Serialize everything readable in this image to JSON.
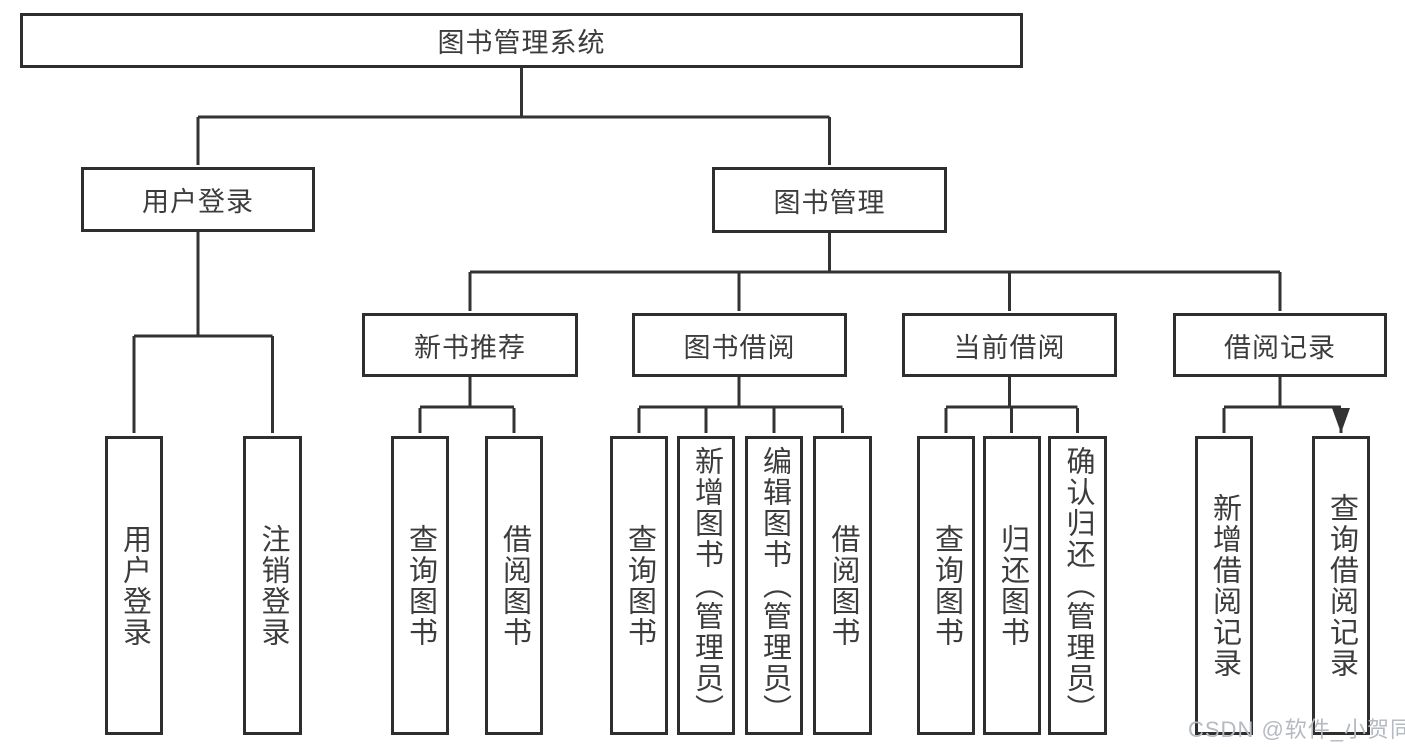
{
  "tree": {
    "root": {
      "label": "图书管理系统"
    },
    "branches": [
      {
        "label": "用户登录",
        "children": [
          {
            "label": "用户登录"
          },
          {
            "label": "注销登录"
          }
        ]
      },
      {
        "label": "图书管理",
        "children": [
          {
            "label": "新书推荐",
            "children": [
              {
                "label": "查询图书"
              },
              {
                "label": "借阅图书"
              }
            ]
          },
          {
            "label": "图书借阅",
            "children": [
              {
                "label": "查询图书"
              },
              {
                "label": "新增图书（管理员）"
              },
              {
                "label": "编辑图书（管理员）"
              },
              {
                "label": "借阅图书"
              }
            ]
          },
          {
            "label": "当前借阅",
            "children": [
              {
                "label": "查询图书"
              },
              {
                "label": "归还图书"
              },
              {
                "label": "确认归还（管理员）"
              }
            ]
          },
          {
            "label": "借阅记录",
            "children": [
              {
                "label": "新增借阅记录"
              },
              {
                "label": "查询借阅记录"
              }
            ]
          }
        ]
      }
    ]
  },
  "watermark": {
    "text": "CSDN @软件_小贺同学"
  },
  "colors": {
    "line": "#333333",
    "box_border": "#2e2e2e",
    "text": "#3c3c3c",
    "watermark": "#b5b9c1",
    "background": "#ffffff"
  }
}
